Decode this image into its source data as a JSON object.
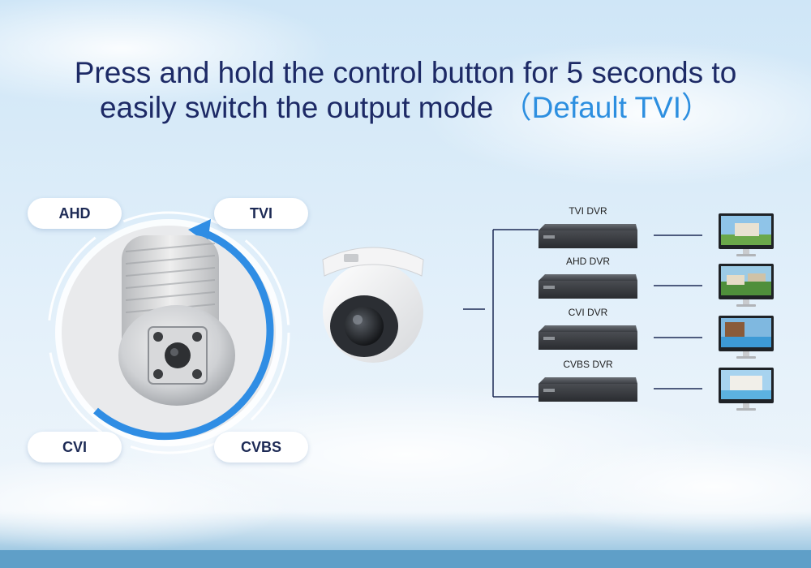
{
  "headline": {
    "line1": "Press and hold the control button for 5 seconds to",
    "line2": "easily switch the output mode",
    "accent": "（Default TVI）"
  },
  "modes": {
    "ahd": "AHD",
    "tvi": "TVI",
    "cvi": "CVI",
    "cvbs": "CVBS"
  },
  "dvrs": {
    "tvi": "TVI DVR",
    "ahd": "AHD DVR",
    "cvi": "CVI DVR",
    "cvbs": "CVBS DVR"
  },
  "colors": {
    "headline": "#1d2a66",
    "accent": "#2d8fe0",
    "ring_arrow": "#2f8de4"
  }
}
